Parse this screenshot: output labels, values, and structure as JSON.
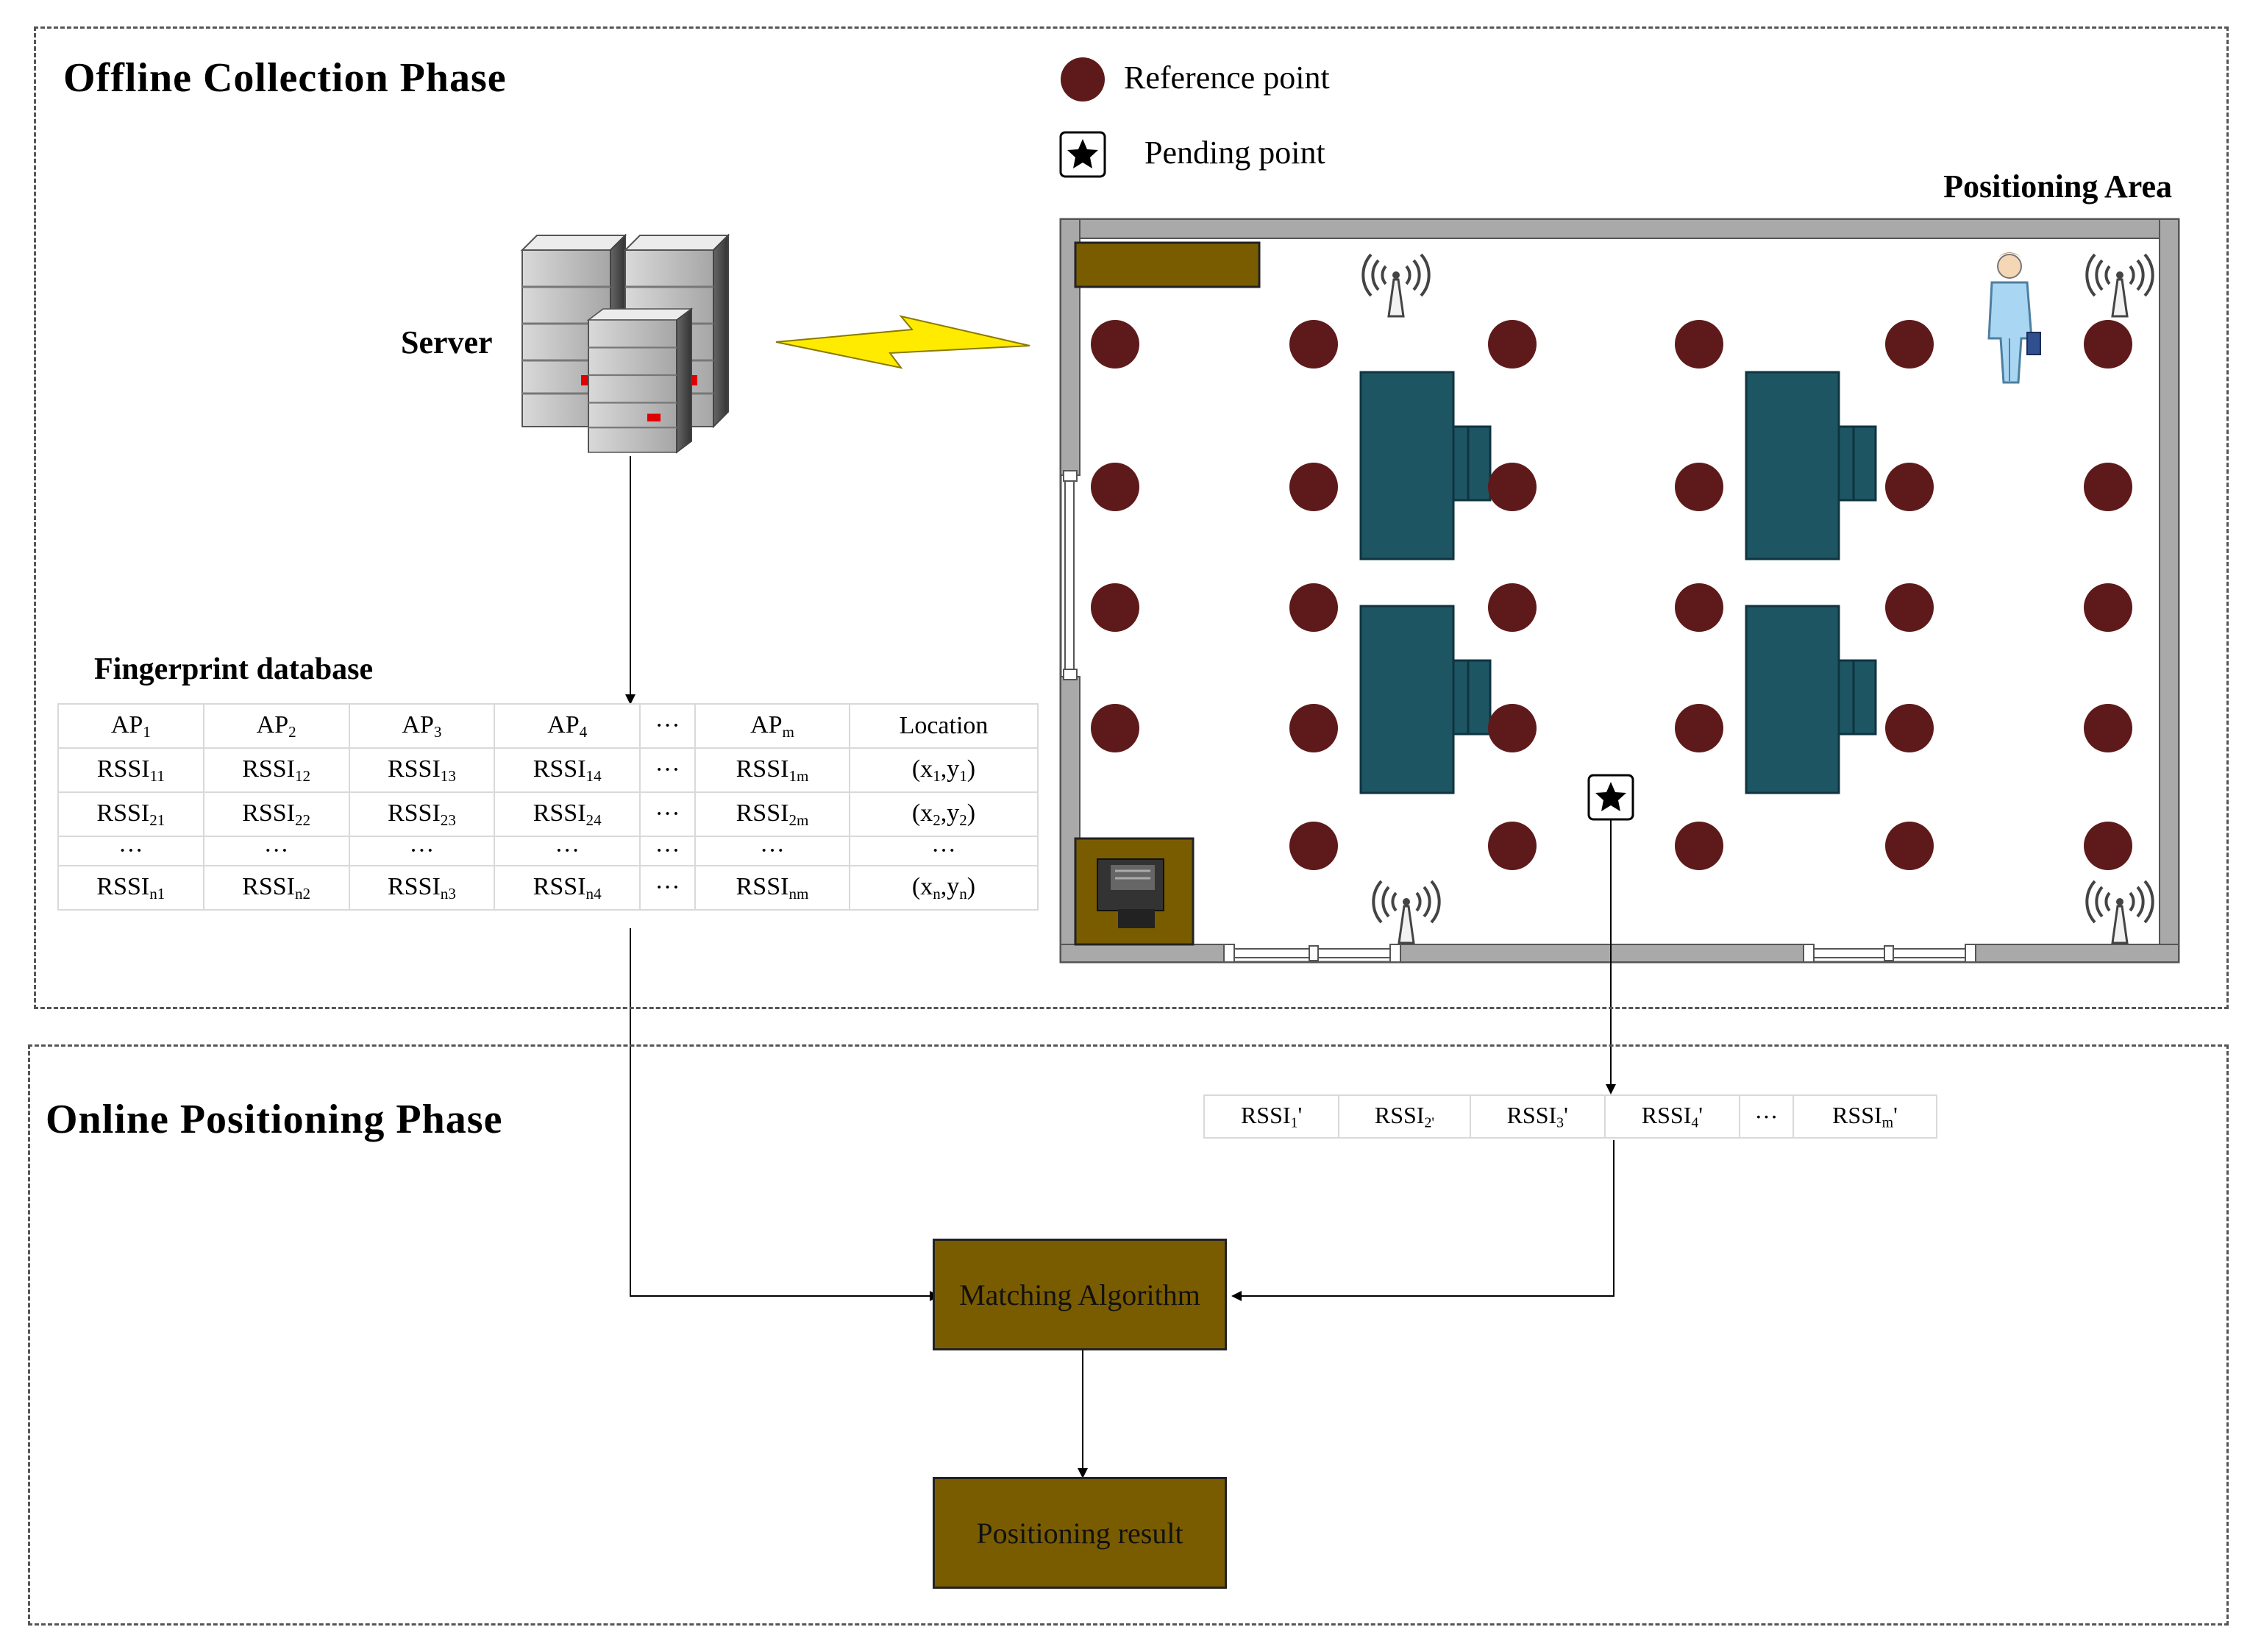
{
  "offline": {
    "title": "Offline Collection Phase",
    "server_label": "Server",
    "fingerprint_title": "Fingerprint database",
    "area_title": "Positioning Area"
  },
  "legend": {
    "reference_point": "Reference point",
    "pending_point": "Pending point"
  },
  "online": {
    "title": "Online Positioning Phase",
    "matching_label": "Matching Algorithm",
    "result_label": "Positioning result"
  },
  "fingerprint_table": {
    "header": [
      "AP|1",
      "AP|2",
      "AP|3",
      "AP|4",
      "···",
      "AP|m",
      "Location"
    ],
    "rows": [
      [
        "RSSI|11",
        "RSSI|12",
        "RSSI|13",
        "RSSI|14",
        "···",
        "RSSI|1m",
        "(x|1|,y|1|)"
      ],
      [
        "RSSI|21",
        "RSSI|22",
        "RSSI|23",
        "RSSI|24",
        "···",
        "RSSI|2m",
        "(x|2|,y|2|)"
      ],
      [
        "···",
        "···",
        "···",
        "···",
        "···",
        "···",
        "···"
      ],
      [
        "RSSI|n1",
        "RSSI|n2",
        "RSSI|n3",
        "RSSI|n4",
        "···",
        "RSSI|nm",
        "(x|n|,y|n|)"
      ]
    ]
  },
  "realtime_row": [
    "RSSI|1|'",
    "RSSI|2'|",
    "RSSI|3|'",
    "RSSI|4|'",
    "···",
    "RSSI|m|'"
  ],
  "colors": {
    "reference_point": "#5e1a1a",
    "desk": "#1e5562",
    "box_fill": "#7a5c00",
    "lightning": "#ffeb00",
    "wall": "#a9a9a9",
    "dashed_border": "#555555"
  },
  "icons": [
    "server-icon",
    "lightning-icon",
    "antenna-icon",
    "person-icon",
    "star-icon",
    "printer-icon"
  ]
}
